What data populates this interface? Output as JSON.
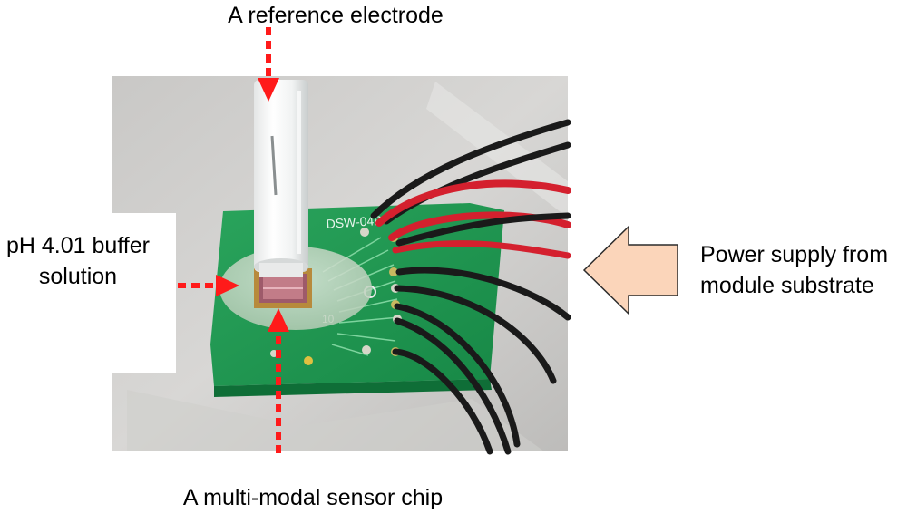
{
  "labels": {
    "reference_electrode": "A reference electrode",
    "buffer_line1": "pH 4.01 buffer",
    "buffer_line2": "solution",
    "power_line1": "Power supply from",
    "power_line2": "module substrate",
    "sensor_chip": "A multi-modal sensor chip"
  },
  "board_marking": "DSW-04B",
  "pin_marking": "10",
  "colors": {
    "callout_arrow": "#ff1a1a",
    "power_arrow_fill": "#fbd5ba",
    "power_arrow_stroke": "#2b2b2b",
    "pcb_green": "#1f9a52",
    "wire_red": "#d4202e",
    "wire_black": "#1a1a1a"
  }
}
